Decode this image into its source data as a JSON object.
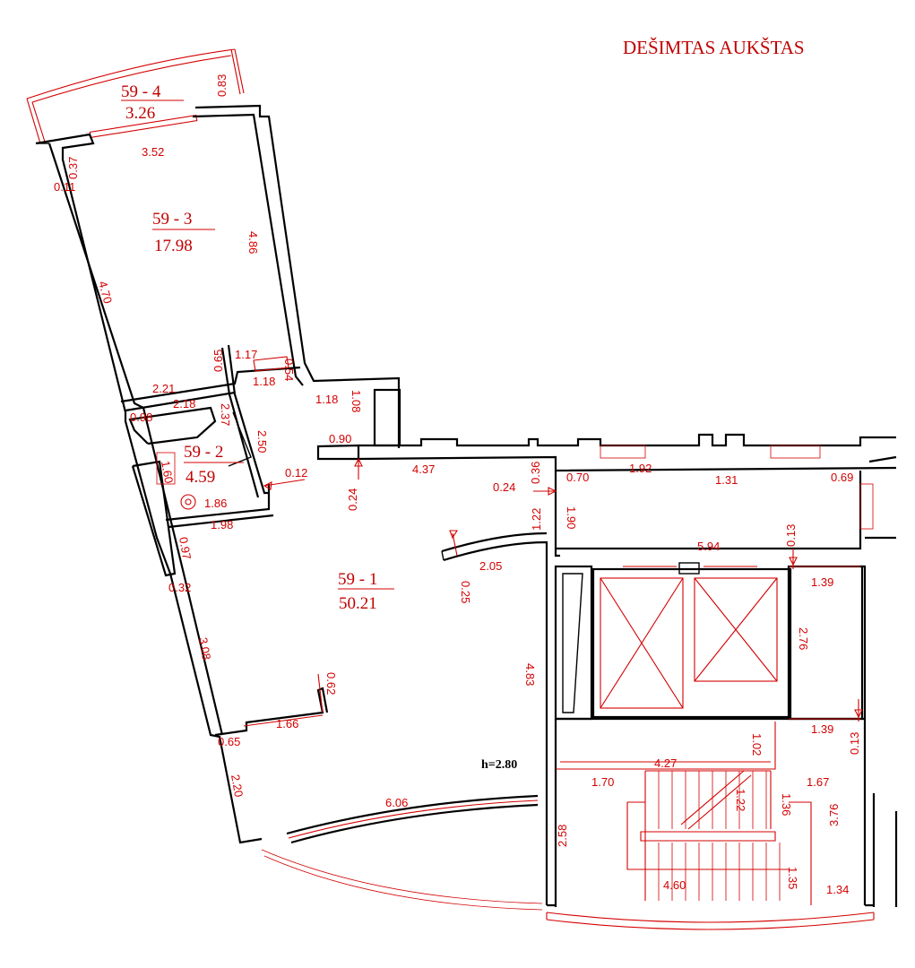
{
  "title": "DEŠIMTAS AUKŠTAS",
  "height_label": "h=2.80",
  "rooms": [
    {
      "id": "59 - 4",
      "area": "3.26"
    },
    {
      "id": "59 - 3",
      "area": "17.98"
    },
    {
      "id": "59 - 2",
      "area": "4.59"
    },
    {
      "id": "59 - 1",
      "area": "50.21"
    }
  ],
  "dimensions": {
    "d083": "0.83",
    "d352": "3.52",
    "d037": "0.37",
    "d011": "0.11",
    "d486": "4.86",
    "d470": "4.70",
    "d065a": "0.65",
    "d117": "1.17",
    "d118a": "1.18",
    "d054": "0.54",
    "d221": "2.21",
    "d218": "2.18",
    "d118b": "1.18",
    "d108": "1.08",
    "d237": "2.37",
    "d250": "2.50",
    "d098": "0.98",
    "d160": "1.60",
    "d090": "0.90",
    "d437": "4.37",
    "d012": "0.12",
    "d186": "1.86",
    "d024a": "0.24",
    "d036": "0.36",
    "d024b": "0.24",
    "d198": "1.98",
    "d122a": "1.22",
    "d070": "0.70",
    "d192": "1.92",
    "d131": "1.31",
    "d069": "0.69",
    "d190": "1.90",
    "d097": "0.97",
    "d205": "2.05",
    "d594": "5.94",
    "d013a": "0.13",
    "d032": "0.32",
    "d025": "0.25",
    "d139a": "1.39",
    "d308": "3.08",
    "d483": "4.83",
    "d276": "2.76",
    "d062": "0.62",
    "d166": "1.66",
    "d065b": "0.65",
    "d139b": "1.39",
    "d013b": "0.13",
    "d102": "1.02",
    "d427": "4.27",
    "d220": "2.20",
    "d170": "1.70",
    "d167": "1.67",
    "d122b": "1.22",
    "d136": "1.36",
    "d606": "6.06",
    "d376": "3.76",
    "d258": "2.58",
    "d135": "1.35",
    "d460": "4.60",
    "d134": "1.34"
  }
}
